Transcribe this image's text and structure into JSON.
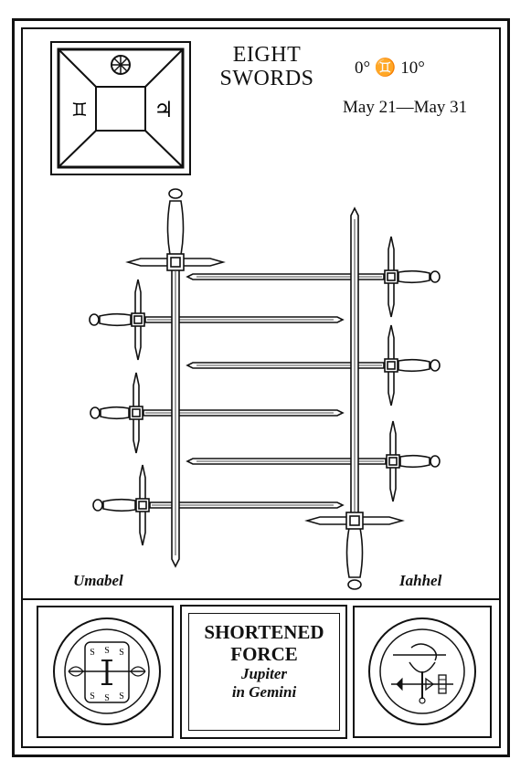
{
  "card": {
    "title_line1": "EIGHT",
    "title_line2": "SWORDS",
    "degrees": "0° ♊ 10°",
    "dates": "May 21—May 31"
  },
  "decan_glyph": {
    "left_symbol": "♊",
    "right_symbol": "♃",
    "top_symbol": "sun-wheel-icon"
  },
  "angels": {
    "left": "Umabel",
    "right": "Iahhel"
  },
  "meaning": {
    "line1": "SHORTENED",
    "line2": "FORCE",
    "line3": "Jupiter",
    "line4": "in Gemini"
  },
  "colors": {
    "ink": "#111111",
    "paper": "#ffffff"
  }
}
